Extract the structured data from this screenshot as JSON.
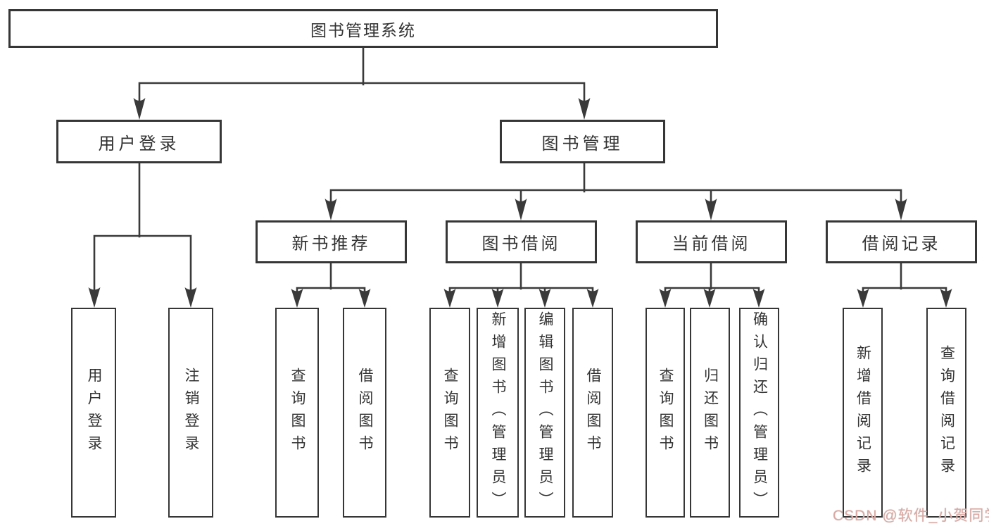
{
  "tree": {
    "label": "图书管理系统",
    "children": [
      {
        "label": "用户登录",
        "children": [
          {
            "label": "用户登录"
          },
          {
            "label": "注销登录"
          }
        ]
      },
      {
        "label": "图书管理",
        "children": [
          {
            "label": "新书推荐",
            "children": [
              {
                "label": "查询图书"
              },
              {
                "label": "借阅图书"
              }
            ]
          },
          {
            "label": "图书借阅",
            "children": [
              {
                "label": "查询图书"
              },
              {
                "label": "新增图书（管理员）"
              },
              {
                "label": "编辑图书（管理员）"
              },
              {
                "label": "借阅图书"
              }
            ]
          },
          {
            "label": "当前借阅",
            "children": [
              {
                "label": "查询图书"
              },
              {
                "label": "归还图书"
              },
              {
                "label": "确认归还（管理员）"
              }
            ]
          },
          {
            "label": "借阅记录",
            "children": [
              {
                "label": "新增借阅记录"
              },
              {
                "label": "查询借阅记录"
              }
            ]
          }
        ]
      }
    ]
  },
  "watermark": {
    "text": "CSDN @软件_小贺同学",
    "color": "#dca9a3"
  },
  "colors": {
    "line": "#3a3a3a",
    "box_border": "#363636",
    "box_background": "#ffffff",
    "text": "#333333",
    "page_background": "#ffffff"
  }
}
